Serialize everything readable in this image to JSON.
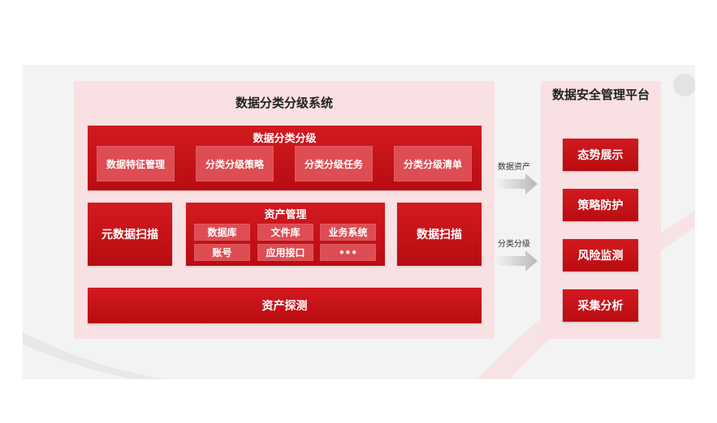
{
  "left_panel": {
    "title": "数据分类分级系统",
    "classification": {
      "title": "数据分类分级",
      "items": [
        "数据特征管理",
        "分类分级策略",
        "分类分级任务",
        "分类分级清单"
      ]
    },
    "meta_scan": "元数据扫描",
    "asset_management": {
      "title": "资产管理",
      "items": [
        "数据库",
        "文件库",
        "业务系统",
        "账号",
        "应用接口",
        "•••"
      ]
    },
    "data_scan": "数据扫描",
    "asset_detection": "资产探测"
  },
  "arrows": [
    {
      "label": "数据资产"
    },
    {
      "label": "分类分级"
    }
  ],
  "right_panel": {
    "title": "数据安全管理平台",
    "items": [
      "态势展示",
      "策略防护",
      "风险监测",
      "采集分析"
    ]
  },
  "colors": {
    "primary_red": "#c8141a",
    "sub_button": "#dd4d53",
    "panel_pink": "#f9e0e2",
    "canvas_gray": "#f3f3f3"
  }
}
